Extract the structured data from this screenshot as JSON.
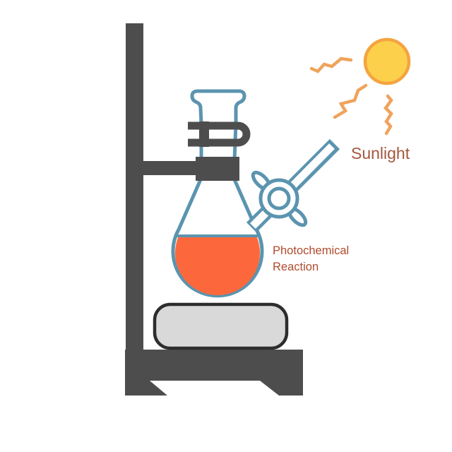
{
  "diagram": {
    "type": "science-illustration",
    "subject": "Photochemical reaction apparatus",
    "labels": {
      "sunlight": "Sunlight",
      "reaction": "Photochemical Reaction"
    },
    "icons": [
      "sun-icon",
      "sun-rays",
      "round-bottom-flask",
      "flask-liquid",
      "stopcock-valve",
      "sidearm-tube",
      "retort-stand",
      "clamp",
      "hot-plate"
    ],
    "colors": {
      "stand_gray": "#4D4D4D",
      "glass_blue": "#5B94AF",
      "liquid_orange": "#FC683C",
      "sun_yellow": "#FCD04B",
      "sun_border_orange": "#F4A440",
      "ray_orange": "#F0A35C",
      "sunlight_text": "#A3573E",
      "reaction_text": "#B14B2E",
      "plate_fill": "#D9D9D9",
      "plate_border": "#2D2D2D",
      "background": "#FFFFFF"
    }
  }
}
